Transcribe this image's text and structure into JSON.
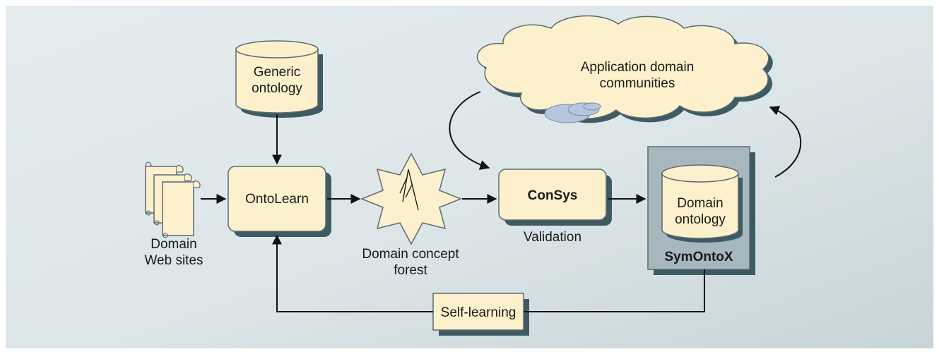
{
  "nodes": {
    "generic_ontology": {
      "line1": "Generic",
      "line2": "ontology"
    },
    "ontolearn": {
      "label": "OntoLearn"
    },
    "domain_web_sites": {
      "line1": "Domain",
      "line2": "Web sites"
    },
    "concept_forest": {
      "line1": "Domain concept",
      "line2": "forest"
    },
    "consys": {
      "label": "ConSys",
      "caption": "Validation"
    },
    "domain_ontology": {
      "line1": "Domain",
      "line2": "ontology"
    },
    "symontox": {
      "label": "SymOntoX"
    },
    "communities": {
      "line1": "Application domain",
      "line2": "communities"
    },
    "self_learning": {
      "label": "Self-learning"
    }
  },
  "colors": {
    "node_fill": "#fdf0cc",
    "node_stroke": "#5d6b73",
    "node_shadow": "#3e5b63",
    "symontox_fill": "#a6b8bd",
    "cloud_fill": "#fdf0cc",
    "ellipse_fill": "#b6c6dc",
    "background_top": "#dfe8ea",
    "background_bottom": "#c9d6da"
  }
}
